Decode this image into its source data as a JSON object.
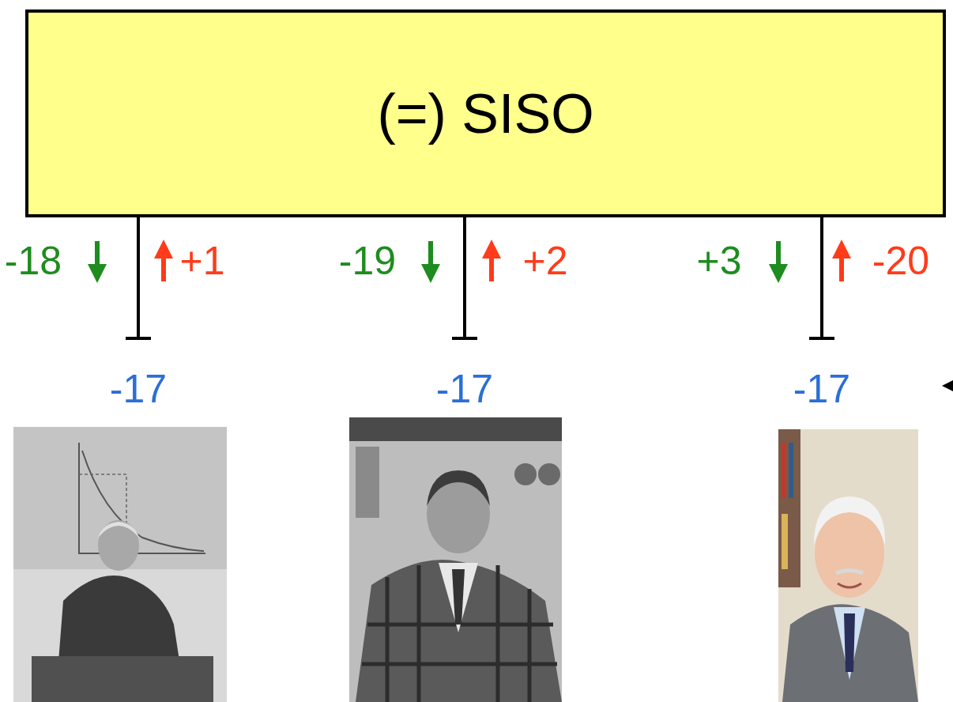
{
  "diagram": {
    "nodes": [
      {
        "text": [
          "(=) SISO"
        ]
      }
    ],
    "labels": [
      "-18",
      "+1",
      "-19",
      "+2",
      "+3",
      "-20",
      "-17",
      "-17",
      "-17"
    ]
  }
}
